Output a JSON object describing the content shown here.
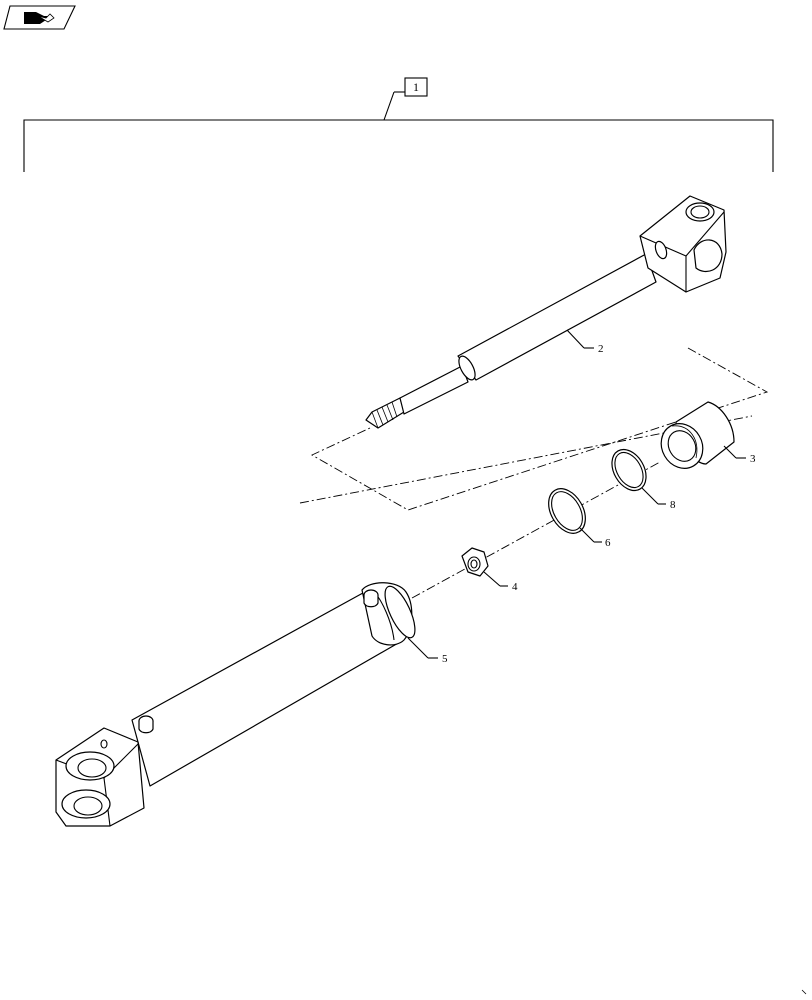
{
  "header": {
    "nav_icon": "book-hand-icon"
  },
  "assembly_callout": {
    "label": "1"
  },
  "callouts": [
    {
      "id": "rod",
      "label": "2"
    },
    {
      "id": "piston",
      "label": "3"
    },
    {
      "id": "nut",
      "label": "4"
    },
    {
      "id": "barrel",
      "label": "5"
    },
    {
      "id": "seal-6",
      "label": "6"
    },
    {
      "id": "seal-8",
      "label": "8"
    }
  ],
  "colors": {
    "ink": "#000000",
    "paper": "#ffffff"
  }
}
